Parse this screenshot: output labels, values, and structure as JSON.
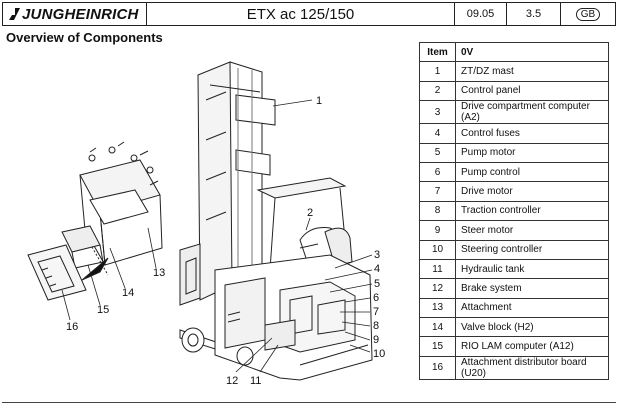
{
  "header": {
    "brand": "JUNGHEINRICH",
    "title": "ETX ac 125/150",
    "date": "09.05",
    "page": "3.5",
    "language": "GB"
  },
  "section_title": "Overview of Components",
  "table": {
    "col_item": "Item",
    "col_desc": "0V",
    "rows": [
      {
        "n": "1",
        "d": "ZT/DZ mast"
      },
      {
        "n": "2",
        "d": "Control panel"
      },
      {
        "n": "3",
        "d": "Drive compartment computer (A2)"
      },
      {
        "n": "4",
        "d": "Control fuses"
      },
      {
        "n": "5",
        "d": "Pump motor"
      },
      {
        "n": "6",
        "d": "Pump control"
      },
      {
        "n": "7",
        "d": "Drive motor"
      },
      {
        "n": "8",
        "d": "Traction controller"
      },
      {
        "n": "9",
        "d": "Steer motor"
      },
      {
        "n": "10",
        "d": "Steering controller"
      },
      {
        "n": "11",
        "d": "Hydraulic tank"
      },
      {
        "n": "12",
        "d": "Brake system"
      },
      {
        "n": "13",
        "d": "Attachment"
      },
      {
        "n": "14",
        "d": "Valve block (H2)"
      },
      {
        "n": "15",
        "d": "RIO LAM computer (A12)"
      },
      {
        "n": "16",
        "d": "Attachment distributor board (U20)"
      }
    ]
  },
  "callouts": {
    "c1": "1",
    "c2": "2",
    "c3": "3",
    "c4": "4",
    "c5": "5",
    "c6": "6",
    "c7": "7",
    "c8": "8",
    "c9": "9",
    "c10": "10",
    "c11": "11",
    "c12": "12",
    "c13": "13",
    "c14": "14",
    "c15": "15",
    "c16": "16"
  }
}
